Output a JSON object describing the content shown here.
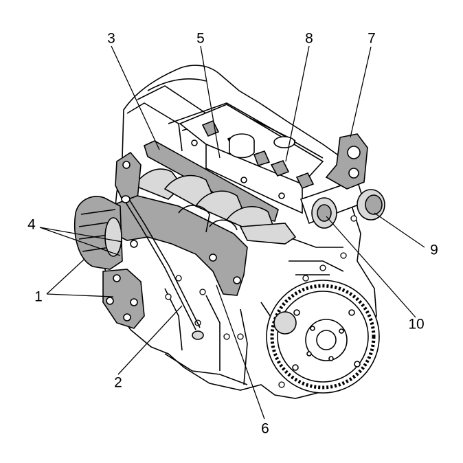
{
  "diagram": {
    "subject": "engine-assembly",
    "line_color": "#000000",
    "shade_light": "#d9d9d9",
    "shade_dark": "#a6a6a6",
    "callouts": [
      {
        "id": "c3",
        "label": "3"
      },
      {
        "id": "c5",
        "label": "5"
      },
      {
        "id": "c8",
        "label": "8"
      },
      {
        "id": "c7",
        "label": "7"
      },
      {
        "id": "c4",
        "label": "4"
      },
      {
        "id": "c1",
        "label": "1"
      },
      {
        "id": "c9",
        "label": "9"
      },
      {
        "id": "c10",
        "label": "10"
      },
      {
        "id": "c2",
        "label": "2"
      },
      {
        "id": "c6",
        "label": "6"
      }
    ]
  }
}
